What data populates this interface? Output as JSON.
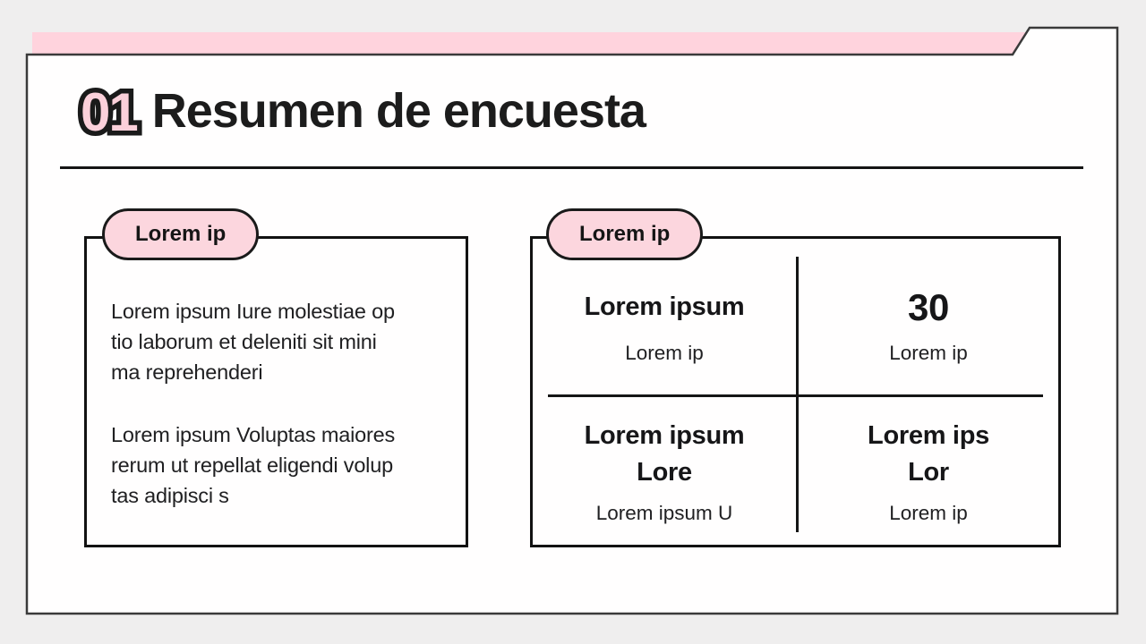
{
  "colors": {
    "background": "#efeeee",
    "panel_fill": "#fffefe",
    "panel_border": "#3a3a3a",
    "pink_bar": "#ffd3dd",
    "pill_fill": "#fcd6de",
    "pill_border": "#1a1a1a",
    "number_fill": "#fbd0da",
    "number_outline": "#1a1a1a",
    "card_border": "#121212",
    "text": "#1b1b1b"
  },
  "header": {
    "number": "01",
    "title": "Resumen de encuesta"
  },
  "left_card": {
    "tag": "Lorem ip",
    "paragraphs": [
      "Lorem ipsum Iure molestiae op\ntio laborum et deleniti sit mini\nma reprehenderi",
      "Lorem ipsum Voluptas maiores\nrerum ut repellat eligendi volup\ntas adipisci s"
    ]
  },
  "right_card": {
    "tag": "Lorem ip",
    "stats": [
      {
        "value": "Lorem ipsum",
        "label": "Lorem ip"
      },
      {
        "value": "30",
        "label": "Lorem ip"
      },
      {
        "value": "Lorem ipsum\nLore",
        "label": "Lorem ipsum U"
      },
      {
        "value": "Lorem ips\nLor",
        "label": "Lorem ip"
      }
    ]
  }
}
